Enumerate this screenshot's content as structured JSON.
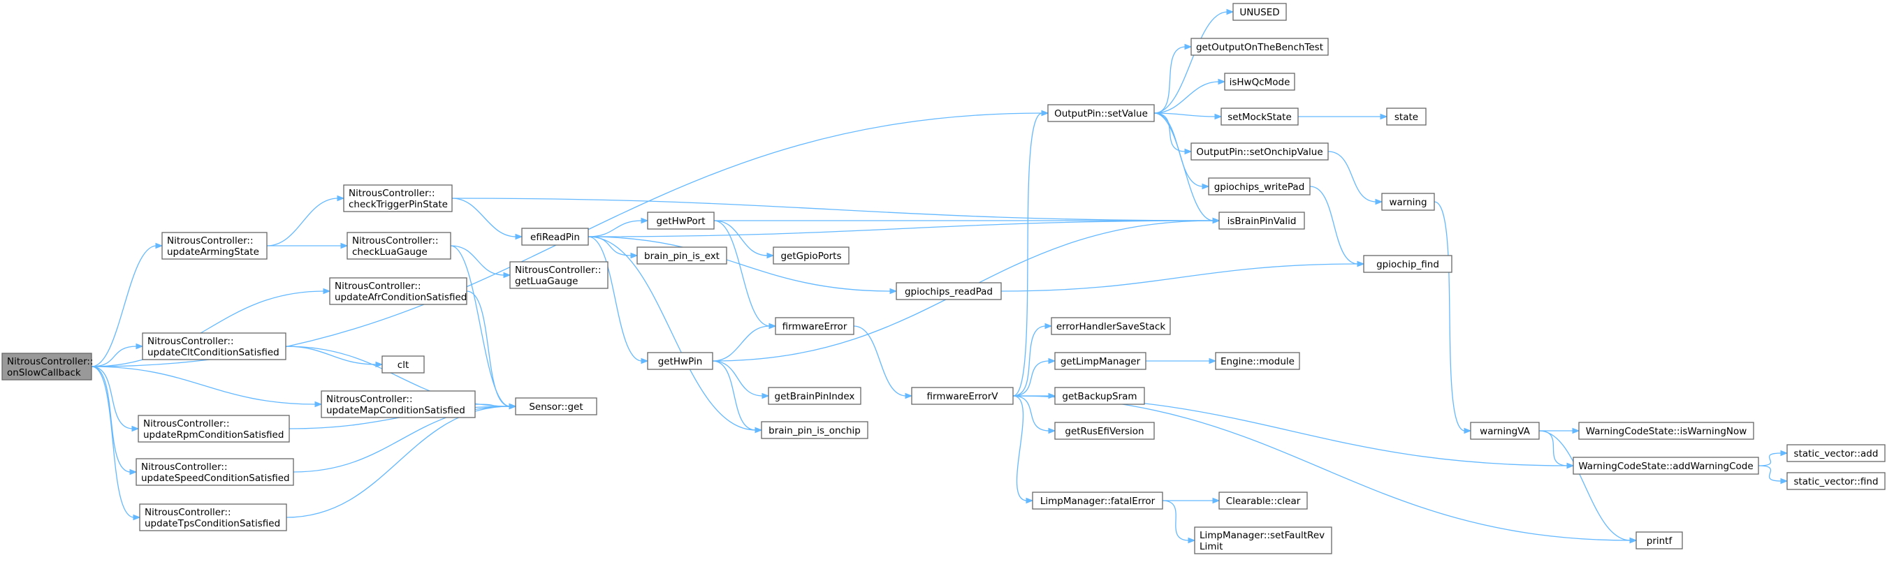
{
  "diagram": {
    "root": "onSlowCallback",
    "nodes": [
      {
        "id": "onSlowCallback",
        "lines": [
          "NitrousController::",
          "onSlowCallback"
        ],
        "root": true
      },
      {
        "id": "updateArmingState",
        "lines": [
          "NitrousController::",
          "updateArmingState"
        ]
      },
      {
        "id": "checkTriggerPinState",
        "lines": [
          "NitrousController::",
          "checkTriggerPinState"
        ]
      },
      {
        "id": "checkLuaGauge",
        "lines": [
          "NitrousController::",
          "checkLuaGauge"
        ]
      },
      {
        "id": "updateAfrConditionSatisfied",
        "lines": [
          "NitrousController::",
          "updateAfrConditionSatisfied"
        ]
      },
      {
        "id": "updateCltConditionSatisfied",
        "lines": [
          "NitrousController::",
          "updateCltConditionSatisfied"
        ]
      },
      {
        "id": "updateMapConditionSatisfied",
        "lines": [
          "NitrousController::",
          "updateMapConditionSatisfied"
        ]
      },
      {
        "id": "updateRpmConditionSatisfied",
        "lines": [
          "NitrousController::",
          "updateRpmConditionSatisfied"
        ]
      },
      {
        "id": "updateSpeedConditionSatisfied",
        "lines": [
          "NitrousController::",
          "updateSpeedConditionSatisfied"
        ]
      },
      {
        "id": "updateTpsConditionSatisfied",
        "lines": [
          "NitrousController::",
          "updateTpsConditionSatisfied"
        ]
      },
      {
        "id": "getLuaGauge",
        "lines": [
          "NitrousController::",
          "getLuaGauge"
        ]
      },
      {
        "id": "clt",
        "lines": [
          "clt"
        ]
      },
      {
        "id": "sensorGet",
        "lines": [
          "Sensor::get"
        ]
      },
      {
        "id": "efiReadPin",
        "lines": [
          "efiReadPin"
        ]
      },
      {
        "id": "getHwPort",
        "lines": [
          "getHwPort"
        ]
      },
      {
        "id": "brainPinIsExt",
        "lines": [
          "brain_pin_is_ext"
        ]
      },
      {
        "id": "getHwPin",
        "lines": [
          "getHwPin"
        ]
      },
      {
        "id": "getGpioPorts",
        "lines": [
          "getGpioPorts"
        ]
      },
      {
        "id": "firmwareError",
        "lines": [
          "firmwareError"
        ]
      },
      {
        "id": "getBrainPinIndex",
        "lines": [
          "getBrainPinIndex"
        ]
      },
      {
        "id": "brainPinIsOnchip",
        "lines": [
          "brain_pin_is_onchip"
        ]
      },
      {
        "id": "gpiochipsReadPad",
        "lines": [
          "gpiochips_readPad"
        ]
      },
      {
        "id": "firmwareErrorV",
        "lines": [
          "firmwareErrorV"
        ]
      },
      {
        "id": "outputPinSetValue",
        "lines": [
          "OutputPin::setValue"
        ]
      },
      {
        "id": "unused",
        "lines": [
          "UNUSED"
        ]
      },
      {
        "id": "getOutputOnTheBenchTest",
        "lines": [
          "getOutputOnTheBenchTest"
        ]
      },
      {
        "id": "isHwQcMode",
        "lines": [
          "isHwQcMode"
        ]
      },
      {
        "id": "setMockState",
        "lines": [
          "setMockState"
        ]
      },
      {
        "id": "state",
        "lines": [
          "state"
        ]
      },
      {
        "id": "setOnchipValue",
        "lines": [
          "OutputPin::setOnchipValue"
        ]
      },
      {
        "id": "gpiochipsWritePad",
        "lines": [
          "gpiochips_writePad"
        ]
      },
      {
        "id": "isBrainPinValid",
        "lines": [
          "isBrainPinValid"
        ]
      },
      {
        "id": "warning",
        "lines": [
          "warning"
        ]
      },
      {
        "id": "gpiochipFind",
        "lines": [
          "gpiochip_find"
        ]
      },
      {
        "id": "errorHandlerSaveStack",
        "lines": [
          "errorHandlerSaveStack"
        ]
      },
      {
        "id": "getLimpManager",
        "lines": [
          "getLimpManager"
        ]
      },
      {
        "id": "engineModule",
        "lines": [
          "Engine::module"
        ]
      },
      {
        "id": "getBackupSram",
        "lines": [
          "getBackupSram"
        ]
      },
      {
        "id": "getRusEfiVersion",
        "lines": [
          "getRusEfiVersion"
        ]
      },
      {
        "id": "limpFatalError",
        "lines": [
          "LimpManager::fatalError"
        ]
      },
      {
        "id": "clearableClear",
        "lines": [
          "Clearable::clear"
        ]
      },
      {
        "id": "setFaultRevLimit",
        "lines": [
          "LimpManager::setFaultRev",
          "Limit"
        ]
      },
      {
        "id": "warningVA",
        "lines": [
          "warningVA"
        ]
      },
      {
        "id": "isWarningNow",
        "lines": [
          "WarningCodeState::isWarningNow"
        ]
      },
      {
        "id": "addWarningCode",
        "lines": [
          "WarningCodeState::addWarningCode"
        ]
      },
      {
        "id": "staticVectorAdd",
        "lines": [
          "static_vector::add"
        ]
      },
      {
        "id": "staticVectorFind",
        "lines": [
          "static_vector::find"
        ]
      },
      {
        "id": "printf",
        "lines": [
          "printf"
        ]
      }
    ],
    "edges": [
      [
        "onSlowCallback",
        "updateArmingState"
      ],
      [
        "onSlowCallback",
        "updateAfrConditionSatisfied"
      ],
      [
        "onSlowCallback",
        "updateCltConditionSatisfied"
      ],
      [
        "onSlowCallback",
        "updateMapConditionSatisfied"
      ],
      [
        "onSlowCallback",
        "updateRpmConditionSatisfied"
      ],
      [
        "onSlowCallback",
        "updateSpeedConditionSatisfied"
      ],
      [
        "onSlowCallback",
        "updateTpsConditionSatisfied"
      ],
      [
        "onSlowCallback",
        "outputPinSetValue"
      ],
      [
        "updateArmingState",
        "checkTriggerPinState"
      ],
      [
        "updateArmingState",
        "checkLuaGauge"
      ],
      [
        "checkTriggerPinState",
        "efiReadPin"
      ],
      [
        "checkTriggerPinState",
        "isBrainPinValid"
      ],
      [
        "checkLuaGauge",
        "getLuaGauge"
      ],
      [
        "checkLuaGauge",
        "sensorGet"
      ],
      [
        "updateAfrConditionSatisfied",
        "sensorGet"
      ],
      [
        "updateCltConditionSatisfied",
        "clt"
      ],
      [
        "updateCltConditionSatisfied",
        "sensorGet"
      ],
      [
        "updateMapConditionSatisfied",
        "sensorGet"
      ],
      [
        "updateRpmConditionSatisfied",
        "sensorGet"
      ],
      [
        "updateSpeedConditionSatisfied",
        "sensorGet"
      ],
      [
        "updateTpsConditionSatisfied",
        "sensorGet"
      ],
      [
        "efiReadPin",
        "getHwPort"
      ],
      [
        "efiReadPin",
        "brainPinIsExt"
      ],
      [
        "efiReadPin",
        "getHwPin"
      ],
      [
        "efiReadPin",
        "brainPinIsOnchip"
      ],
      [
        "efiReadPin",
        "gpiochipsReadPad"
      ],
      [
        "efiReadPin",
        "isBrainPinValid"
      ],
      [
        "getHwPort",
        "getGpioPorts"
      ],
      [
        "getHwPort",
        "firmwareError"
      ],
      [
        "getHwPort",
        "isBrainPinValid"
      ],
      [
        "getHwPin",
        "firmwareError"
      ],
      [
        "getHwPin",
        "getBrainPinIndex"
      ],
      [
        "getHwPin",
        "brainPinIsOnchip"
      ],
      [
        "getHwPin",
        "isBrainPinValid"
      ],
      [
        "firmwareError",
        "firmwareErrorV"
      ],
      [
        "gpiochipsReadPad",
        "gpiochipFind"
      ],
      [
        "firmwareErrorV",
        "outputPinSetValue"
      ],
      [
        "firmwareErrorV",
        "errorHandlerSaveStack"
      ],
      [
        "firmwareErrorV",
        "getLimpManager"
      ],
      [
        "firmwareErrorV",
        "getBackupSram"
      ],
      [
        "firmwareErrorV",
        "getRusEfiVersion"
      ],
      [
        "firmwareErrorV",
        "limpFatalError"
      ],
      [
        "firmwareErrorV",
        "addWarningCode"
      ],
      [
        "firmwareErrorV",
        "printf"
      ],
      [
        "outputPinSetValue",
        "unused"
      ],
      [
        "outputPinSetValue",
        "getOutputOnTheBenchTest"
      ],
      [
        "outputPinSetValue",
        "isHwQcMode"
      ],
      [
        "outputPinSetValue",
        "setMockState"
      ],
      [
        "outputPinSetValue",
        "setOnchipValue"
      ],
      [
        "outputPinSetValue",
        "gpiochipsWritePad"
      ],
      [
        "outputPinSetValue",
        "isBrainPinValid"
      ],
      [
        "setMockState",
        "state"
      ],
      [
        "setOnchipValue",
        "warning"
      ],
      [
        "gpiochipsWritePad",
        "gpiochipFind"
      ],
      [
        "warning",
        "warningVA"
      ],
      [
        "getLimpManager",
        "engineModule"
      ],
      [
        "limpFatalError",
        "clearableClear"
      ],
      [
        "limpFatalError",
        "setFaultRevLimit"
      ],
      [
        "warningVA",
        "isWarningNow"
      ],
      [
        "warningVA",
        "addWarningCode"
      ],
      [
        "warningVA",
        "printf"
      ],
      [
        "addWarningCode",
        "staticVectorAdd"
      ],
      [
        "addWarningCode",
        "staticVectorFind"
      ]
    ]
  }
}
